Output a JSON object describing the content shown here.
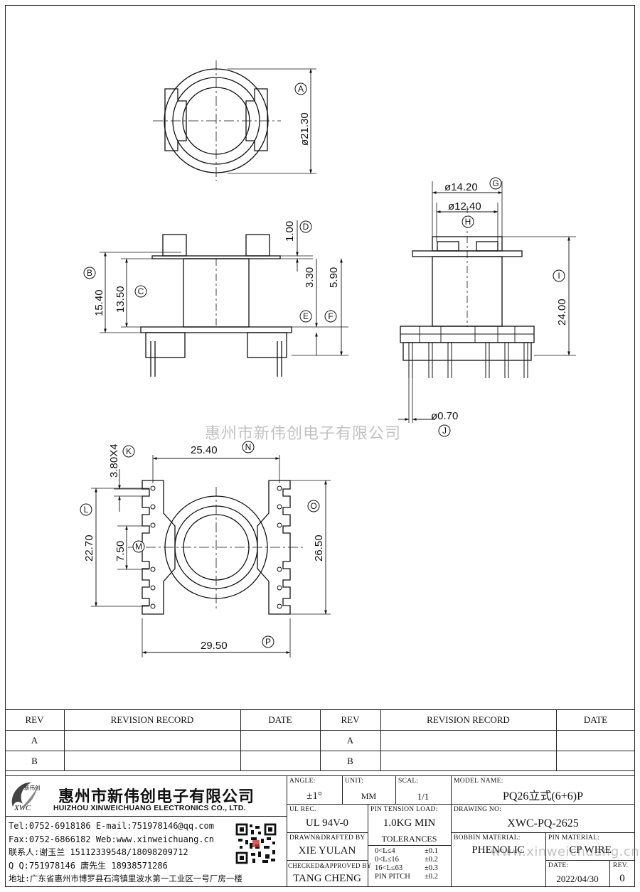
{
  "drawing": {
    "dimensions": {
      "A": "ø21.30",
      "B": "15.40",
      "C": "13.50",
      "D": "1.00",
      "E": "3.30",
      "F": "5.90",
      "G": "ø14.20",
      "H": "ø12.40",
      "I": "24.00",
      "J": "ø0.70",
      "K": "3.80X4",
      "L": "22.70",
      "M": "7.50",
      "N": "25.40",
      "O": "26.50",
      "P": "29.50"
    },
    "balloons": [
      "A",
      "B",
      "C",
      "D",
      "E",
      "F",
      "G",
      "H",
      "I",
      "J",
      "K",
      "L",
      "M",
      "N",
      "O",
      "P"
    ]
  },
  "watermarks": {
    "middle": "惠州市新伟创电子有限公司",
    "bottom": "www.xinweichuang.cn"
  },
  "revision_table": {
    "headers": [
      "REV",
      "REVISION RECORD",
      "DATE",
      "REV",
      "REVISION RECORD",
      "DATE"
    ],
    "rows": [
      [
        "A",
        "",
        "",
        "A",
        "",
        ""
      ],
      [
        "B",
        "",
        "",
        "B",
        "",
        ""
      ]
    ]
  },
  "company": {
    "logo_text": "新伟创",
    "logo_sub": "XWC",
    "name_cn": "惠州市新伟创电子有限公司",
    "name_en": "HUIZHOU XINWEICHUANG ELECTRONICS CO., LTD.",
    "tel": "Tel:0752-6918186 E-mail:751978146@qq.com",
    "fax": "Fax:0752-6866182 Web:www.xinweichuang.cn",
    "contact": "联系人:谢玉兰 15112339548/18098209712",
    "qq": "Q Q:751978146   唐先生 18938571286",
    "address": "地址:广东省惠州市博罗县石湾镇里波水第一工业区一号厂房一楼"
  },
  "title_block": {
    "angle_label": "ANGLE:",
    "angle_value": "±1°",
    "unit_label": "UNIT:",
    "unit_value": "MM",
    "scale_label": "SCAL:",
    "scale_value": "1/1",
    "model_label": "MODEL NAME:",
    "model_value": "PQ26立式(6+6)P",
    "ul_label": "UL REC.",
    "ul_value": "UL 94V-0",
    "pin_tension_label": "PIN TENSION LOAD:",
    "pin_tension_value": "1.0KG MIN",
    "drawing_no_label": "DRAWING NO:",
    "drawing_no_value": "XWC-PQ-2625",
    "drawn_label": "DRAWN&DRAFTED BY",
    "drawn_value": "XIE YULAN",
    "tolerances_label": "TOLERANCES",
    "tolerances": [
      {
        "range": "0<L≤4",
        "tol": "±0.1"
      },
      {
        "range": "0<L≤16",
        "tol": "±0.2"
      },
      {
        "range": "16<L≤63",
        "tol": "±0.3"
      },
      {
        "range": "PIN PITCH",
        "tol": "±0.2"
      }
    ],
    "bobbin_label": "BOBBIN MATERIAL:",
    "bobbin_value": "PHENOLIC",
    "pin_material_label": "PIN MATERIAL:",
    "pin_material_value": "CP WIRE",
    "checked_label": "CHECKED&APPROVED BY",
    "checked_value": "TANG CHENG",
    "date_label": "DATE:",
    "date_value": "2022/04/30",
    "rev_label": "REV.",
    "rev_value": "0"
  }
}
